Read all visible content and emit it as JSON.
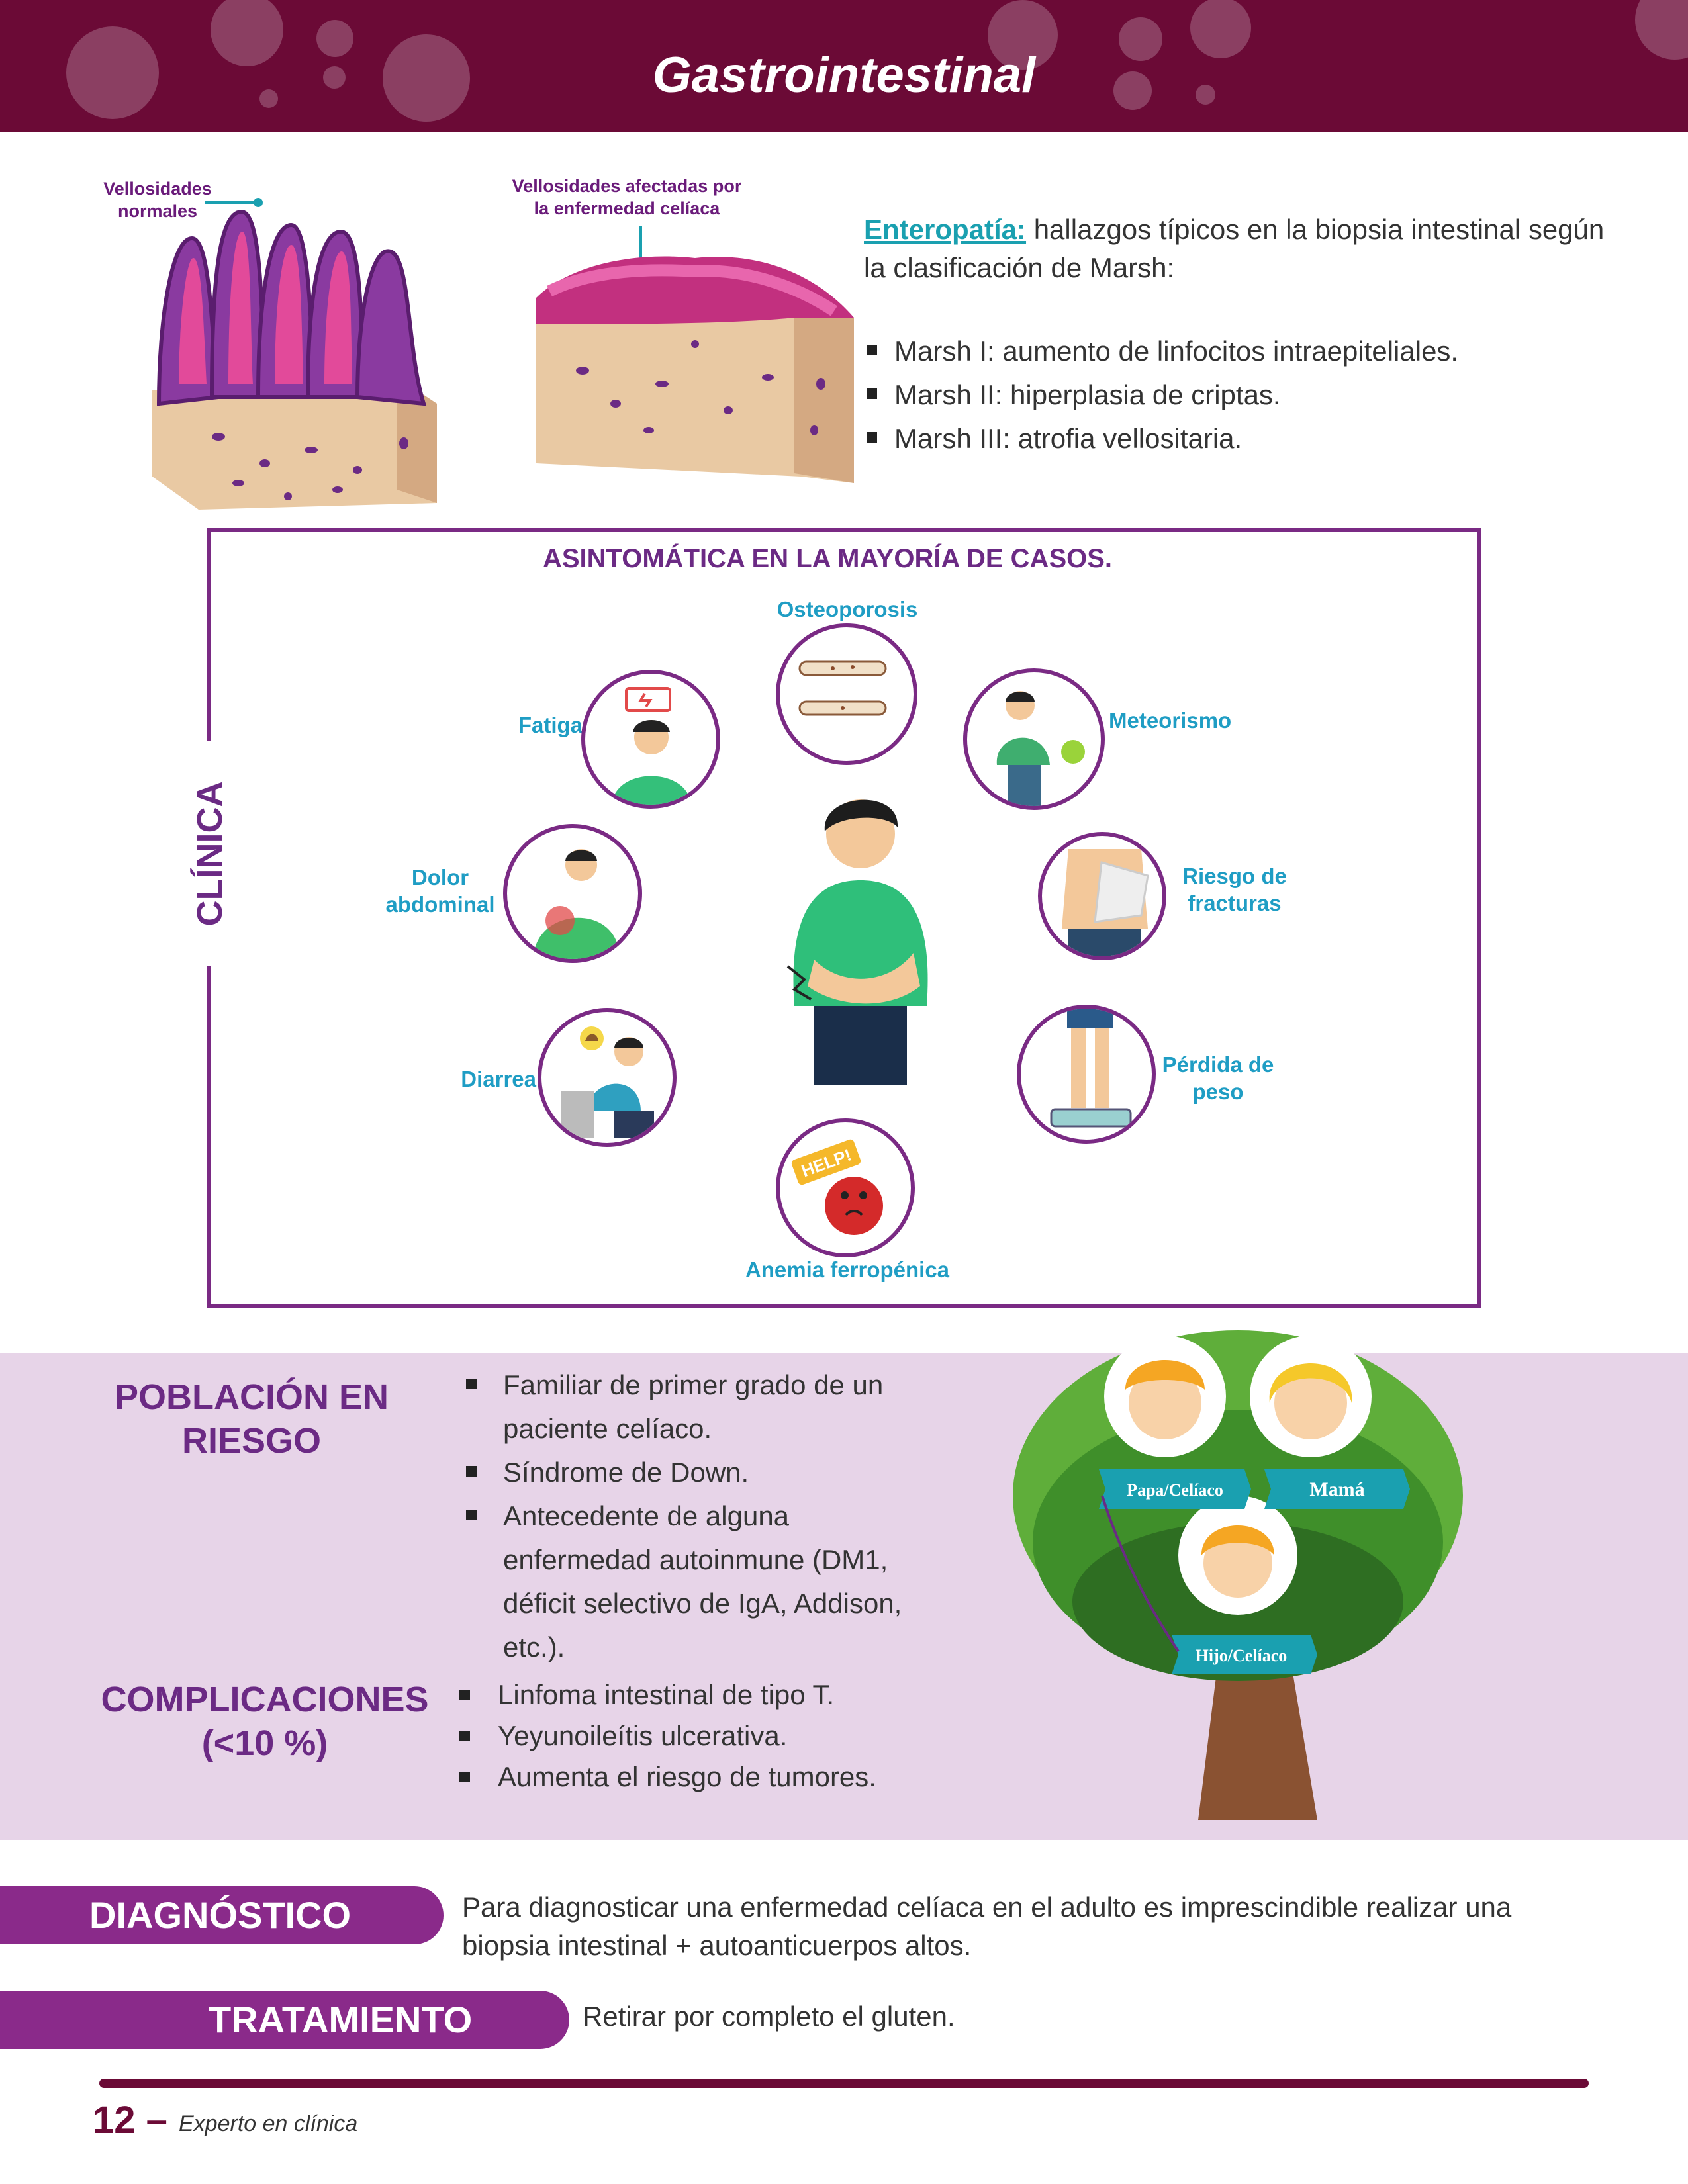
{
  "header": {
    "title": "Gastrointestinal"
  },
  "villi": {
    "normal_label": "Vellosidades normales",
    "affected_label": "Vellosidades afectadas por la enfermedad celíaca"
  },
  "enteropatia": {
    "keyword": "Enteropatía:",
    "text": " hallazgos típicos en la biopsia intestinal según la clasificación de Marsh:",
    "items": [
      "Marsh I: aumento de linfocitos intraepiteliales.",
      "Marsh II: hiperplasia de criptas.",
      "Marsh III: atrofia vellositaria."
    ]
  },
  "clinica": {
    "side_label": "CLÍNICA",
    "headline": "ASINTOMÁTICA EN LA MAYORÍA DE CASOS.",
    "symptoms": {
      "osteoporosis": "Osteoporosis",
      "fatiga": "Fatiga",
      "meteorismo": "Meteorismo",
      "dolor": "Dolor abdominal",
      "fracturas": "Riesgo de fracturas",
      "diarrea": "Diarrea",
      "peso": "Pérdida de peso",
      "anemia": "Anemia ferropénica"
    },
    "help_sign": "HELP!"
  },
  "poblacion": {
    "title": "POBLACIÓN EN RIESGO",
    "items": [
      "Familiar de primer grado de un paciente celíaco.",
      "Síndrome de Down.",
      "Antecedente de alguna enfermedad autoinmune (DM1, déficit selectivo de IgA, Addison, etc.)."
    ]
  },
  "complicaciones": {
    "title": "COMPLICACIONES (<10 %)",
    "items": [
      "Linfoma intestinal de tipo T.",
      "Yeyunoileítis ulcerativa.",
      "Aumenta el riesgo de tumores."
    ]
  },
  "tree": {
    "papa": "Papa/Celíaco",
    "mama": "Mamá",
    "hijo": "Hijo/Celíaco"
  },
  "diagnostico": {
    "title": "DIAGNÓSTICO",
    "text": "Para diagnosticar una enfermedad celíaca en el adulto es imprescindible realizar una biopsia intestinal + autoanticuerpos altos."
  },
  "tratamiento": {
    "title": "TRATAMIENTO",
    "text": "Retirar por completo el gluten."
  },
  "footer": {
    "page": "12 –",
    "book": "Experto en clínica"
  },
  "colors": {
    "primary": "#6b0a36",
    "purple": "#6b2a84",
    "cyan": "#1aa0b0",
    "band": "#e7d4e8"
  }
}
